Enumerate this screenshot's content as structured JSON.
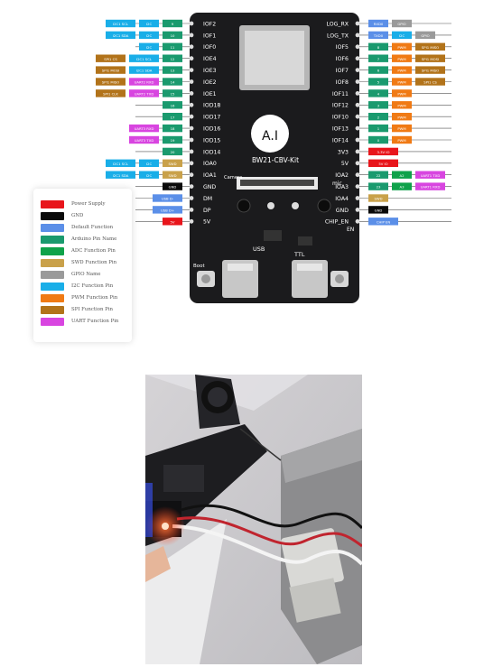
{
  "board": {
    "name": "BW21-CBV-Kit",
    "logo": "A.I",
    "camera_label": "Camera",
    "mic_label": "mic",
    "usb_label": "USB",
    "ttl_label": "TTL",
    "boot_label": "Boot",
    "en_label": "EN"
  },
  "left_rows": [
    {
      "pin": "IOF2",
      "tags": [
        "I2C1 SCL",
        "I2C",
        "9"
      ]
    },
    {
      "pin": "IOF1",
      "tags": [
        "I2C1 SDA",
        "I2C",
        "10"
      ]
    },
    {
      "pin": "IOF0",
      "tags": [
        "I2C",
        "11"
      ]
    },
    {
      "pin": "IOE4",
      "tags": [
        "SPI1 CS",
        "I2C1 SCL",
        "12"
      ]
    },
    {
      "pin": "IOE3",
      "tags": [
        "SPI1 MOSI",
        "I2C1 SDA",
        "13"
      ]
    },
    {
      "pin": "IOE2",
      "tags": [
        "SPI1 MISO",
        "UART2 RXD",
        "14"
      ]
    },
    {
      "pin": "IOE1",
      "tags": [
        "SPI1 CLK",
        "UART2 TXD",
        "15"
      ]
    },
    {
      "pin": "IOD18",
      "tags": [
        "16"
      ]
    },
    {
      "pin": "IOD17",
      "tags": [
        "17"
      ]
    },
    {
      "pin": "IOD16",
      "tags": [
        "UART3 RXD",
        "18"
      ]
    },
    {
      "pin": "IOD15",
      "tags": [
        "UART3 TXD",
        "19"
      ]
    },
    {
      "pin": "IOD14",
      "tags": [
        "20"
      ]
    },
    {
      "pin": "IOA0",
      "tags": [
        "I2C1 SCL",
        "I2C",
        "SWD"
      ]
    },
    {
      "pin": "IOA1",
      "tags": [
        "I2C1 SDA",
        "I2C",
        "SWD"
      ]
    },
    {
      "pin": "GND",
      "tags": [
        "GND"
      ]
    },
    {
      "pin": "DM",
      "tags": [
        "USB D-"
      ]
    },
    {
      "pin": "DP",
      "tags": [
        "USB D+"
      ]
    },
    {
      "pin": "5V",
      "tags": [
        "5V"
      ]
    }
  ],
  "right_rows": [
    {
      "pin": "LOG_RX",
      "tags": [
        "RXD0",
        "GPIO"
      ]
    },
    {
      "pin": "LOG_TX",
      "tags": [
        "TXD0",
        "I2C",
        "GPIO"
      ]
    },
    {
      "pin": "IOF5",
      "tags": [
        "8",
        "PWM",
        "SPI1 MISO"
      ]
    },
    {
      "pin": "IOF6",
      "tags": [
        "7",
        "PWM",
        "SPI1 MOSI"
      ]
    },
    {
      "pin": "IOF7",
      "tags": [
        "6",
        "PWM",
        "SPI1 MISO"
      ]
    },
    {
      "pin": "IOF8",
      "tags": [
        "5",
        "PWM",
        "SPI1 CS"
      ]
    },
    {
      "pin": "IOF11",
      "tags": [
        "4",
        "PWM"
      ]
    },
    {
      "pin": "IOF12",
      "tags": [
        "3",
        "PWM"
      ]
    },
    {
      "pin": "IOF10",
      "tags": [
        "2",
        "PWM"
      ]
    },
    {
      "pin": "IOF13",
      "tags": [
        "1",
        "PWM"
      ]
    },
    {
      "pin": "IOF14",
      "tags": [
        "0",
        "PWM"
      ]
    },
    {
      "pin": "3V3",
      "tags": [
        "3.3V IO"
      ]
    },
    {
      "pin": "5V",
      "tags": [
        "5V IO"
      ]
    },
    {
      "pin": "IOA2",
      "tags": [
        "22",
        "A2",
        "UART1 TXD"
      ]
    },
    {
      "pin": "IOA3",
      "tags": [
        "23",
        "A3",
        "UART1 RXD"
      ]
    },
    {
      "pin": "IOA4",
      "tags": [
        "SWD"
      ]
    },
    {
      "pin": "GND",
      "tags": [
        "GND"
      ]
    },
    {
      "pin": "CHIP_EN",
      "tags": [
        "CHIP EN"
      ]
    }
  ],
  "legend": [
    {
      "label": "Power Supply",
      "color": "#e8151b"
    },
    {
      "label": "GND",
      "color": "#0a0a0a"
    },
    {
      "label": "Default Function",
      "color": "#5b8fe8"
    },
    {
      "label": "Arduino Pin Name",
      "color": "#1a9a6e"
    },
    {
      "label": "ADC Function Pin",
      "color": "#0fa24a"
    },
    {
      "label": "SWD Function Pin",
      "color": "#c9a14a"
    },
    {
      "label": "GPIO Name",
      "color": "#9a9a9a"
    },
    {
      "label": "I2C Function Pin",
      "color": "#19aee8"
    },
    {
      "label": "PWM Function Pin",
      "color": "#f07a14"
    },
    {
      "label": "SPI Function Pin",
      "color": "#b2731a"
    },
    {
      "label": "UART Function Pin",
      "color": "#d845e0"
    }
  ]
}
